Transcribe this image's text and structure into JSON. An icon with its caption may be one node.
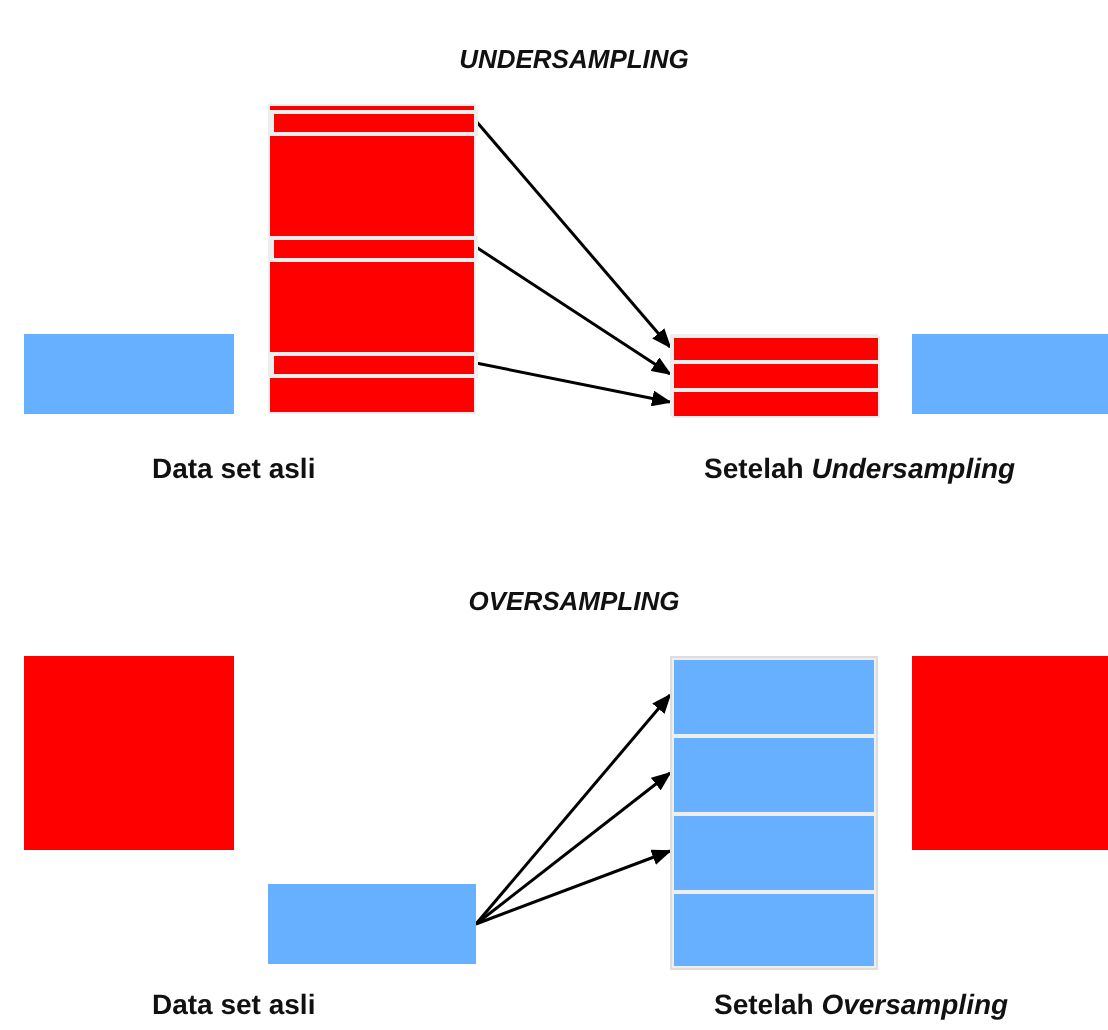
{
  "diagram": {
    "nodes": [
      {
        "text": [],
        "shape": "bar"
      },
      {
        "text": [],
        "shape": "bar"
      },
      {
        "text": [],
        "shape": "bar",
        "in": 1
      },
      {
        "text": [],
        "shape": "bar",
        "in": 1
      },
      {
        "text": [],
        "shape": "bar",
        "in": 1
      },
      {
        "text": [],
        "shape": "bar"
      },
      {
        "text": [],
        "shape": "bar",
        "in": 5
      },
      {
        "text": [],
        "shape": "bar",
        "in": 5
      },
      {
        "text": [],
        "shape": "bar",
        "in": 5
      },
      {
        "text": [],
        "shape": "bar"
      },
      {
        "text": [],
        "shape": "bar"
      },
      {
        "text": [],
        "shape": "bar"
      },
      {
        "text": [],
        "shape": "bar"
      },
      {
        "text": [],
        "shape": "bar",
        "in": 12
      },
      {
        "text": [],
        "shape": "bar",
        "in": 12
      },
      {
        "text": [],
        "shape": "bar",
        "in": 12
      },
      {
        "text": [],
        "shape": "bar",
        "in": 12
      },
      {
        "text": [],
        "shape": "bar"
      }
    ],
    "edges": [
      {
        "from": 2,
        "to": 6,
        "arrow": "to"
      },
      {
        "from": 3,
        "to": 7,
        "arrow": "to"
      },
      {
        "from": 4,
        "to": 8,
        "arrow": "to"
      },
      {
        "from": 11,
        "to": 13,
        "arrow": "to"
      },
      {
        "from": 11,
        "to": 14,
        "arrow": "to"
      },
      {
        "from": 11,
        "to": 15,
        "arrow": "to"
      }
    ],
    "labels": [
      "UNDERSAMPLING",
      "Data set asli",
      "Setelah *Undersampling*",
      "OVERSAMPLING",
      "Data set asli",
      "Setelah *Oversampling*"
    ]
  }
}
